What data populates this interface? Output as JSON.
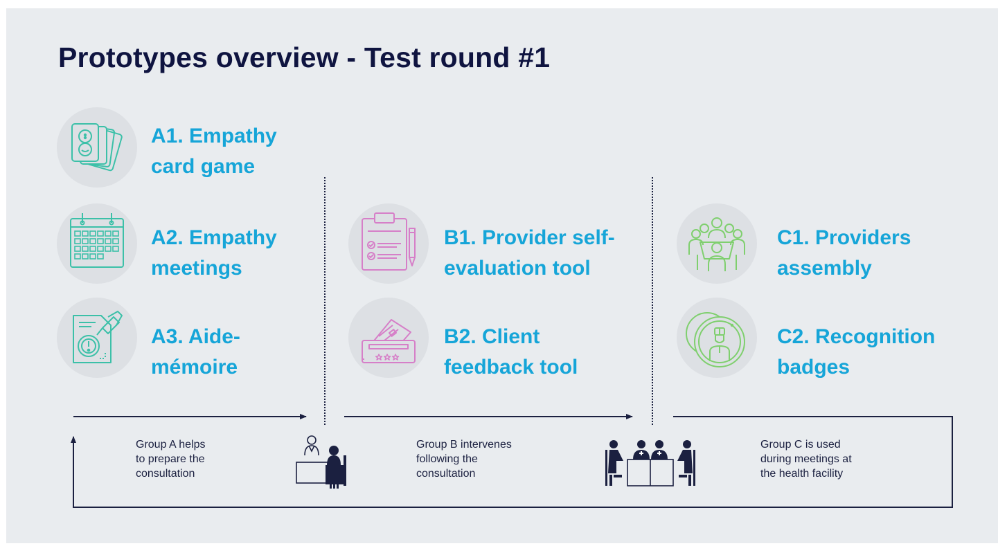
{
  "title": "Prototypes overview - Test round #1",
  "colors": {
    "background": "#e9ecef",
    "title": "#0f1440",
    "label": "#16a5d8",
    "group_a_icon": "#3cc0a8",
    "group_b_icon": "#d67fc8",
    "group_c_icon": "#7fcf6e",
    "flow_line": "#1b2040"
  },
  "groups": {
    "a": {
      "items": [
        {
          "icon": "card-deck-icon",
          "lines": [
            "A1. Empathy",
            "card game"
          ]
        },
        {
          "icon": "calendar-icon",
          "lines": [
            "A2. Empathy",
            "meetings"
          ]
        },
        {
          "icon": "pinned-note-icon",
          "lines": [
            "A3. Aide-",
            "mémoire"
          ]
        }
      ],
      "caption": [
        "Group A helps",
        "to prepare the",
        "consultation"
      ]
    },
    "b": {
      "items": [
        {
          "icon": "clipboard-checklist-icon",
          "lines": [
            "B1. Provider self-",
            "evaluation tool"
          ]
        },
        {
          "icon": "feedback-ballot-box-icon",
          "lines": [
            "B2. Client",
            "feedback tool"
          ]
        }
      ],
      "caption": [
        "Group B intervenes",
        "following the",
        "consultation"
      ]
    },
    "c": {
      "items": [
        {
          "icon": "people-assembly-icon",
          "lines": [
            "C1. Providers",
            "assembly"
          ]
        },
        {
          "icon": "recognition-badge-icon",
          "lines": [
            "C2. Recognition",
            "badges"
          ]
        }
      ],
      "caption": [
        "Group C is used",
        "during meetings at",
        "the health facility"
      ]
    }
  },
  "scenes": [
    "consultation-desk-icon",
    "team-meeting-icon"
  ]
}
